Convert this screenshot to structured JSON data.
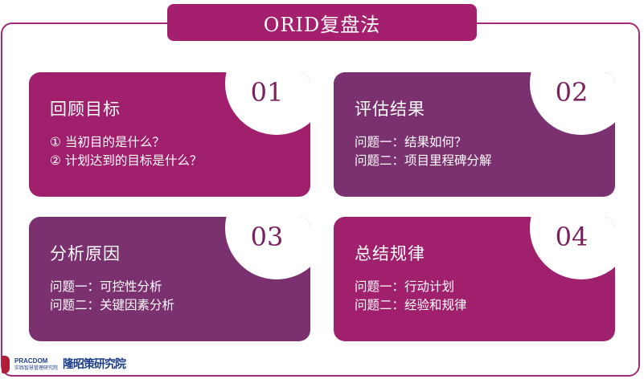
{
  "title": "ORID复盘法",
  "colors": {
    "frame": "#a12b74",
    "title_bg": "#a4206f",
    "card_magenta": "#a1206e",
    "card_purple": "#7b306f",
    "number": "#7b1f5e"
  },
  "cards": [
    {
      "number": "01",
      "heading": "回顾目标",
      "lines": [
        "① 当初目的是什么？",
        "② 计划达到的目标是什么？"
      ]
    },
    {
      "number": "02",
      "heading": "评估结果",
      "lines": [
        "问题一：结果如何？",
        "问题二：项目里程碑分解"
      ]
    },
    {
      "number": "03",
      "heading": "分析原因",
      "lines": [
        "问题一：可控性分析",
        "问题二：关键因素分析"
      ]
    },
    {
      "number": "04",
      "heading": "总结规律",
      "lines": [
        "问题一：行动计划",
        "问题二：经验和规律"
      ]
    }
  ],
  "logo": {
    "brand": "PRACDOM",
    "brand_cn": "实践智慧管理研究院",
    "institute": "隆昭策研究院"
  }
}
